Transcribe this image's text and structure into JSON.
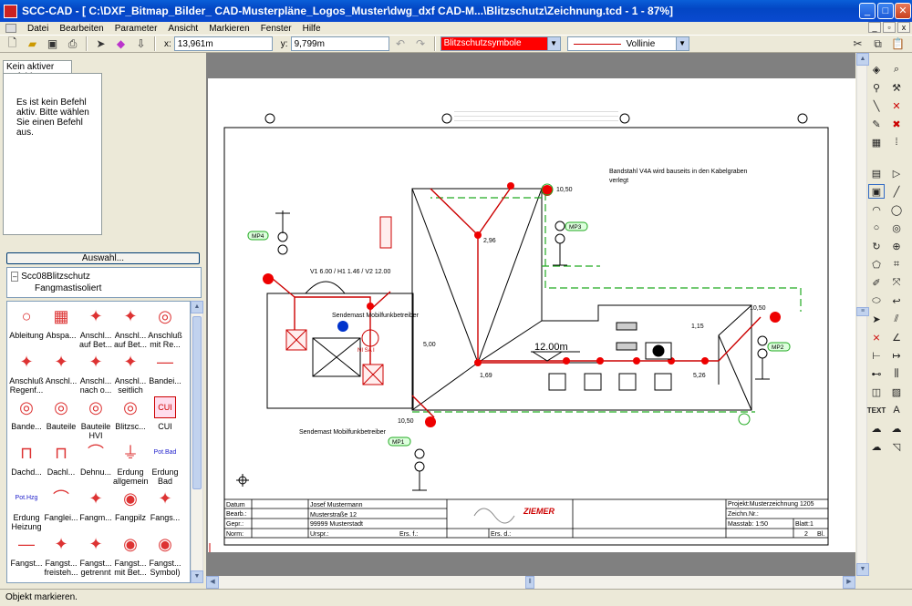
{
  "window": {
    "title": "SCC-CAD - [ C:\\DXF_Bitmap_Bilder_ CAD-Musterpläne_Logos_Muster\\dwg_dxf CAD-M...\\Blitzschutz\\Zeichnung.tcd - 1 - 87%]",
    "min": "_",
    "max": "□",
    "close": "✕"
  },
  "menu": [
    "Datei",
    "Bearbeiten",
    "Parameter",
    "Ansicht",
    "Markieren",
    "Fenster",
    "Hilfe"
  ],
  "toolbar": {
    "x_label": "x:",
    "x_value": "13,961m",
    "y_label": "y:",
    "y_value": "9,799m",
    "layer_value": "Blitzschutzsymbole",
    "linetype_value": "Vollinie",
    "colors": {
      "layer_bg": "#ff0000"
    }
  },
  "left": {
    "tab_label": "Kein aktiver Befehl",
    "info_text": "Es ist kein Befehl aktiv. Bitte wählen Sie einen Befehl aus.",
    "auswahl_label": "Auswahl...",
    "tree_root": "Scc08Blitzschutz",
    "tree_child": "Fangmastisoliert",
    "symbols": [
      [
        "Ableitung",
        "Abspa...",
        "Anschl... auf Bet...",
        "Anschl... auf Bet...",
        "Anschluß mit Re..."
      ],
      [
        "Anschluß Regenf...",
        "Anschl...",
        "Anschl... nach o...",
        "Anschl... seitlich",
        "Bandei..."
      ],
      [
        "Bande...",
        "Bauteile",
        "Bauteile HVI",
        "Blitzsc...",
        "CUI"
      ],
      [
        "Dachd...",
        "Dachl...",
        "Dehnu...",
        "Erdung allgemein",
        "Erdung Bad"
      ],
      [
        "Erdung Heizung",
        "Fanglei...",
        "Fangm...",
        "Fangpilz",
        "Fangs..."
      ],
      [
        "Fangst...",
        "Fangst... freisteh...",
        "Fangst... getrennt",
        "Fangst... mit Bet...",
        "Fangst... Symbol)"
      ]
    ],
    "symbol_badges": {
      "cui": "CUI",
      "pot_bad": "Pot.Bad",
      "pot_hzg": "Pot.Hzg"
    }
  },
  "drawing": {
    "note_top": "Bandstahl V4A wird bauseits in den Kabelgraben verlegt",
    "note_top_line1": "Bandstahl V4A wird bauseits in den Kabelgraben",
    "note_top_line2": "verlegt",
    "mast_label": "V1 6.00 / H1 1.46 / V2 12.00",
    "sender_mid": "Sendemast Mobilfunkbetreiber",
    "sender_bottom": "Sendemast Mobilfunkbetreiber",
    "dim_1250": "12.00m",
    "values": {
      "v1050a": "10,50",
      "v296": "2,96",
      "v500": "5,00",
      "v169": "1,69",
      "v115": "1,15",
      "v526": "5,26",
      "v1050b": "10,50",
      "v1050c": "10,50"
    },
    "mp": {
      "mp1": "MP1",
      "mp2": "MP2",
      "mp3": "MP3",
      "mp4": "MP4"
    },
    "nisa": "NI SA I",
    "titleblock": {
      "datum": "Datum",
      "bearb": "Bearb.:",
      "gepr": "Gepr.:",
      "norm": "Norm:",
      "name": "Josef Mustermann",
      "street": "Musterstraße 12",
      "city": "99999 Musterstadt",
      "urspr": "Urspr.:",
      "ers_f": "Ers. f.:",
      "ers_d": "Ers. d.:",
      "company": "ZIEMER",
      "projekt": "Projekt:Musterzeichnung 1205",
      "zeichn": "Zeichn.Nr.:",
      "massstab": "Masstab:  1:50",
      "blatt": "Blatt:1",
      "blatt_no": "2",
      "bl": "Bl."
    }
  },
  "status": "Objekt markieren."
}
